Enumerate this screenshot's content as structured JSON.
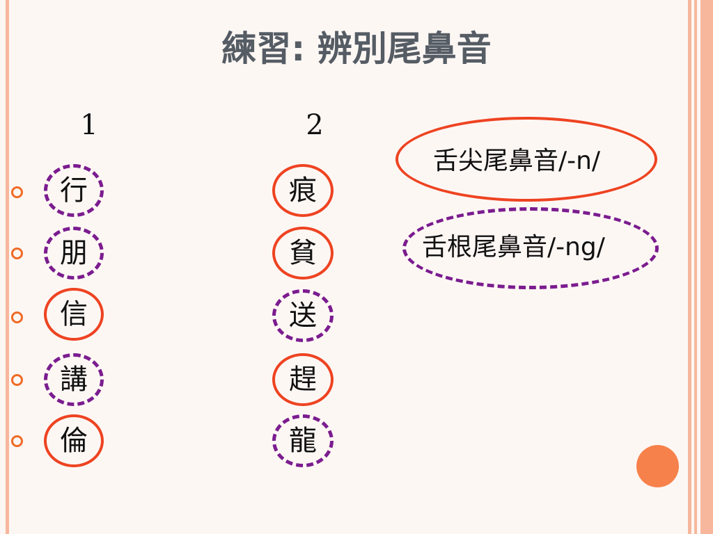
{
  "slide": {
    "title": "練習: 辨別尾鼻音",
    "column_labels": [
      "1",
      "2"
    ],
    "column1": [
      "行",
      "朋",
      "信",
      "講",
      "倫"
    ],
    "column2": [
      "痕",
      "貧",
      "送",
      "趕",
      "龍"
    ],
    "legend": {
      "n": "舌尖尾鼻音/-n/",
      "ng": "舌根尾鼻音/-ng/"
    }
  },
  "colors": {
    "solid_circle": "#ee4321",
    "dashed_circle": "#7b1c8f",
    "bullet": "#f06a25",
    "title": "#555c64",
    "accent_dot": "#f7814a"
  }
}
